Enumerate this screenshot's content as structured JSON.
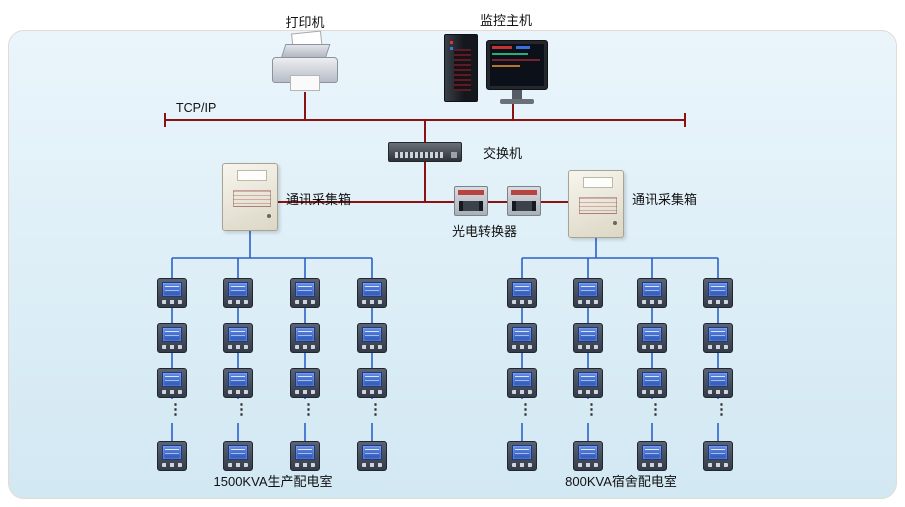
{
  "palette": {
    "panel_top": "#eaf5fb",
    "panel_bottom": "#d2e8f3",
    "bus_line": "#8a1212",
    "meter_wire": "#2a62c9"
  },
  "labels": {
    "printer": "打印机",
    "host": "监控主机",
    "tcpip": "TCP/IP",
    "switch": "交换机",
    "converter": "光电转换器",
    "collector_left": "通讯采集箱",
    "collector_right": "通讯采集箱"
  },
  "groups": [
    {
      "id": "left",
      "room_label": "1500KVA生产配电室",
      "columns": 4,
      "meters_shown_per_column": 4,
      "ellipsis": "⋮"
    },
    {
      "id": "right",
      "room_label": "800KVA宿舍配电室",
      "columns": 4,
      "meters_shown_per_column": 4,
      "ellipsis": "⋮"
    }
  ]
}
